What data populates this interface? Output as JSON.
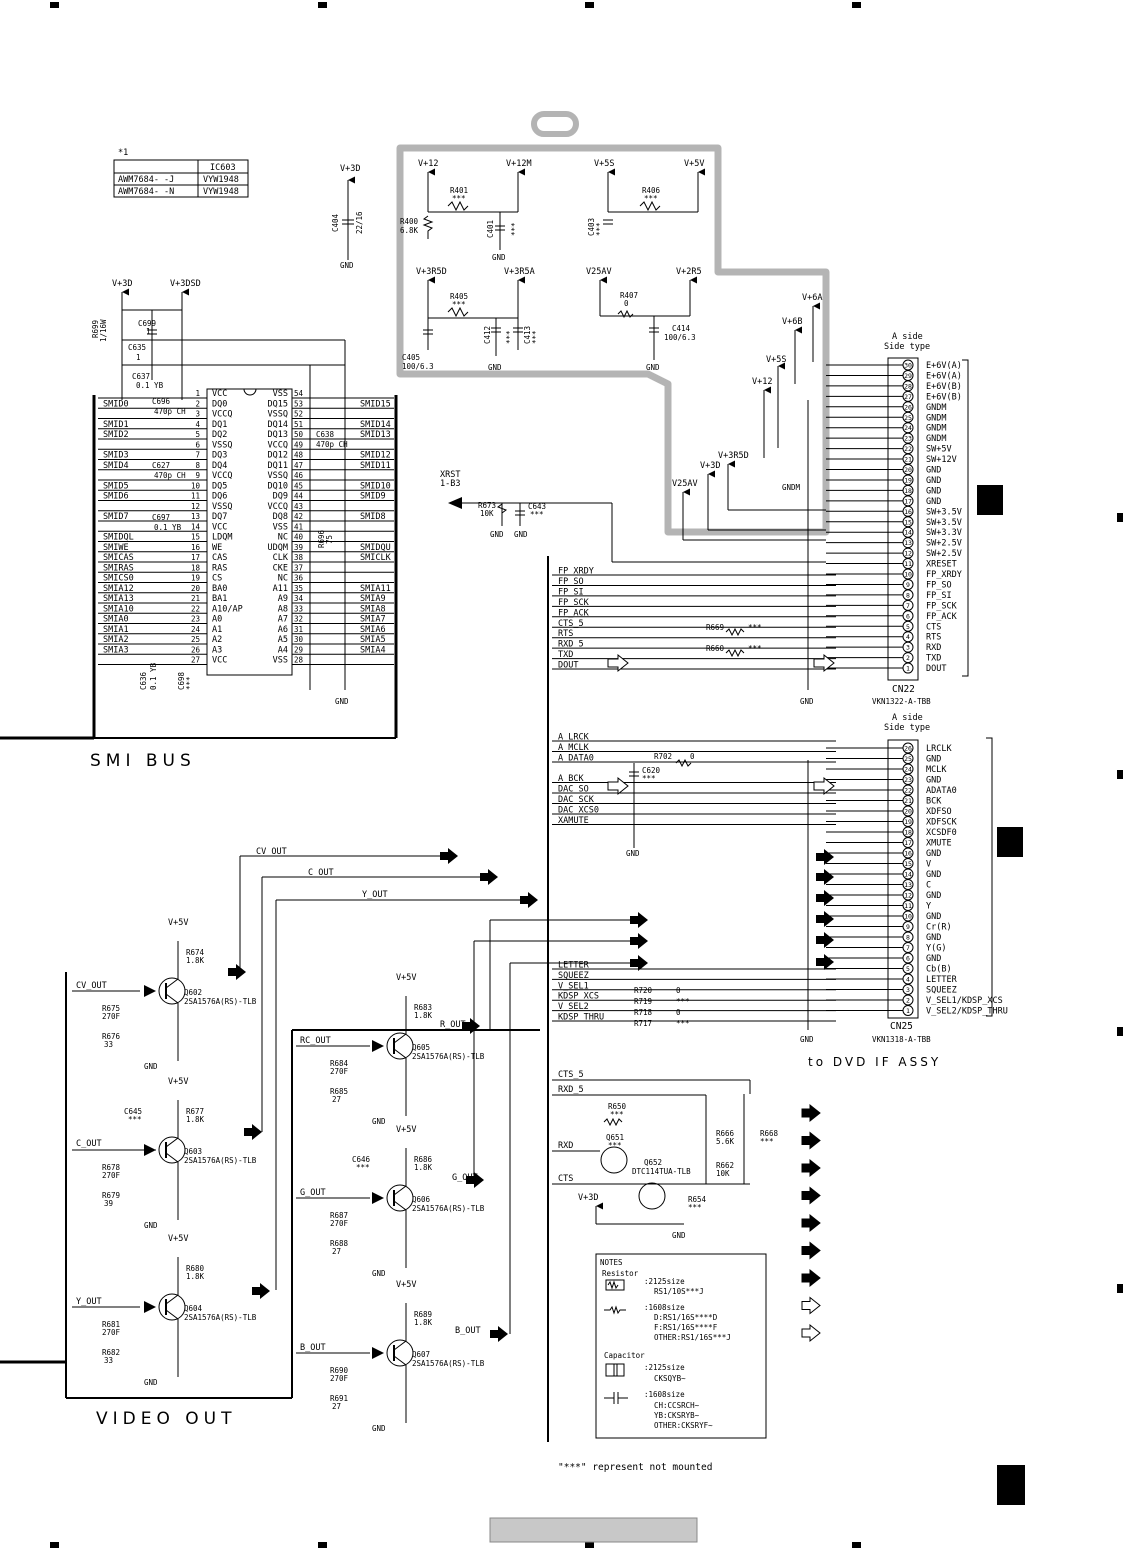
{
  "title_block_ref": "*1",
  "variant_table": {
    "header": [
      "",
      "IC603"
    ],
    "rows": [
      [
        "AWM7684- -J",
        "VYW1948"
      ],
      [
        "AWM7684- -N",
        "VYW1948"
      ]
    ]
  },
  "sections": {
    "smi_bus": "SMI BUS",
    "video_out": "VIDEO OUT",
    "dvd_if": "to DVD IF ASSY"
  },
  "footnote": "\"***\" represent not mounted",
  "power_labels": {
    "v3d": "V+3D",
    "v3dsd": "V+3DSD",
    "v12": "V+12",
    "v12m": "V+12M",
    "v5s": "V+5S",
    "v5v": "V+5V",
    "v3r5d": "V+3R5D",
    "v3r5a": "V+3R5A",
    "v25av": "V25AV",
    "v2r5": "V+2R5",
    "v6a": "V+6A",
    "v6b": "V+6B",
    "gnd": "GND",
    "gndm": "GNDM"
  },
  "power_parts": [
    {
      "ref": "C404",
      "value": "22/16"
    },
    {
      "ref": "R401",
      "value": "***"
    },
    {
      "ref": "R400",
      "value": "6.8K"
    },
    {
      "ref": "C401",
      "value": "***"
    },
    {
      "ref": "R406",
      "value": "***"
    },
    {
      "ref": "C403",
      "value": "***"
    },
    {
      "ref": "R405",
      "value": "***"
    },
    {
      "ref": "C412",
      "value": "***"
    },
    {
      "ref": "C413",
      "value": "***"
    },
    {
      "ref": "C405",
      "value": "100/6.3"
    },
    {
      "ref": "R407",
      "value": "0"
    },
    {
      "ref": "C414",
      "value": "100/6.3"
    }
  ],
  "ic603": {
    "left_pins": [
      {
        "num": "1",
        "name": "VCC",
        "net": ""
      },
      {
        "num": "2",
        "name": "DQ0",
        "net": "SMID0"
      },
      {
        "num": "3",
        "name": "VCCQ",
        "net": ""
      },
      {
        "num": "4",
        "name": "DQ1",
        "net": "SMID1"
      },
      {
        "num": "5",
        "name": "DQ2",
        "net": "SMID2"
      },
      {
        "num": "6",
        "name": "VSSQ",
        "net": ""
      },
      {
        "num": "7",
        "name": "DQ3",
        "net": "SMID3"
      },
      {
        "num": "8",
        "name": "DQ4",
        "net": "SMID4"
      },
      {
        "num": "9",
        "name": "VCCQ",
        "net": ""
      },
      {
        "num": "10",
        "name": "DQ5",
        "net": "SMID5"
      },
      {
        "num": "11",
        "name": "DQ6",
        "net": "SMID6"
      },
      {
        "num": "12",
        "name": "VSSQ",
        "net": ""
      },
      {
        "num": "13",
        "name": "DQ7",
        "net": "SMID7"
      },
      {
        "num": "14",
        "name": "VCC",
        "net": ""
      },
      {
        "num": "15",
        "name": "LDQM",
        "net": "SMIDQL"
      },
      {
        "num": "16",
        "name": "WE",
        "net": "SMIWE"
      },
      {
        "num": "17",
        "name": "CAS",
        "net": "SMICAS"
      },
      {
        "num": "18",
        "name": "RAS",
        "net": "SMIRAS"
      },
      {
        "num": "19",
        "name": "CS",
        "net": "SMICS0"
      },
      {
        "num": "20",
        "name": "BA0",
        "net": "SMIA12"
      },
      {
        "num": "21",
        "name": "BA1",
        "net": "SMIA13"
      },
      {
        "num": "22",
        "name": "A10/AP",
        "net": "SMIA10"
      },
      {
        "num": "23",
        "name": "A0",
        "net": "SMIA0"
      },
      {
        "num": "24",
        "name": "A1",
        "net": "SMIA1"
      },
      {
        "num": "25",
        "name": "A2",
        "net": "SMIA2"
      },
      {
        "num": "26",
        "name": "A3",
        "net": "SMIA3"
      },
      {
        "num": "27",
        "name": "VCC",
        "net": ""
      }
    ],
    "right_pins": [
      {
        "num": "54",
        "name": "VSS",
        "net": ""
      },
      {
        "num": "53",
        "name": "DQ15",
        "net": "SMID15"
      },
      {
        "num": "52",
        "name": "VSSQ",
        "net": ""
      },
      {
        "num": "51",
        "name": "DQ14",
        "net": "SMID14"
      },
      {
        "num": "50",
        "name": "DQ13",
        "net": "SMID13"
      },
      {
        "num": "49",
        "name": "VCCQ",
        "net": ""
      },
      {
        "num": "48",
        "name": "DQ12",
        "net": "SMID12"
      },
      {
        "num": "47",
        "name": "DQ11",
        "net": "SMID11"
      },
      {
        "num": "46",
        "name": "VSSQ",
        "net": ""
      },
      {
        "num": "45",
        "name": "DQ10",
        "net": "SMID10"
      },
      {
        "num": "44",
        "name": "DQ9",
        "net": "SMID9"
      },
      {
        "num": "43",
        "name": "VCCQ",
        "net": ""
      },
      {
        "num": "42",
        "name": "DQ8",
        "net": "SMID8"
      },
      {
        "num": "41",
        "name": "VSS",
        "net": ""
      },
      {
        "num": "40",
        "name": "NC",
        "net": ""
      },
      {
        "num": "39",
        "name": "UDQM",
        "net": "SMIDQU"
      },
      {
        "num": "38",
        "name": "CLK",
        "net": "SMICLK"
      },
      {
        "num": "37",
        "name": "CKE",
        "net": ""
      },
      {
        "num": "36",
        "name": "NC",
        "net": ""
      },
      {
        "num": "35",
        "name": "A11",
        "net": "SMIA11"
      },
      {
        "num": "34",
        "name": "A9",
        "net": "SMIA9"
      },
      {
        "num": "33",
        "name": "A8",
        "net": "SMIA8"
      },
      {
        "num": "32",
        "name": "A7",
        "net": "SMIA7"
      },
      {
        "num": "31",
        "name": "A6",
        "net": "SMIA6"
      },
      {
        "num": "30",
        "name": "A5",
        "net": "SMIA5"
      },
      {
        "num": "29",
        "name": "A4",
        "net": "SMIA4"
      },
      {
        "num": "28",
        "name": "VSS",
        "net": ""
      }
    ]
  },
  "smi_parts": [
    {
      "ref": "R699",
      "value": "1/16W"
    },
    {
      "ref": "C699",
      "value": "1"
    },
    {
      "ref": "C635",
      "value": "1"
    },
    {
      "ref": "C637",
      "value": "0.1 YB"
    },
    {
      "ref": "C696",
      "value": "470p CH"
    },
    {
      "ref": "C627",
      "value": "470p CH"
    },
    {
      "ref": "C697",
      "value": "0.1 YB"
    },
    {
      "ref": "C638",
      "value": "470p CH"
    },
    {
      "ref": "R696",
      "value": "75"
    },
    {
      "ref": "C636",
      "value": "0.1 YB"
    },
    {
      "ref": "C698",
      "value": "***"
    }
  ],
  "xrst": {
    "label": "XRST",
    "ref": "1-B3",
    "r673": "R673",
    "r673_val": "10K",
    "c643": "C643",
    "c643_val": "***"
  },
  "cn22": {
    "ref": "CN22",
    "part": "VKN1322-A-TBB",
    "side1": "A side",
    "side2": "Side type",
    "pins": [
      {
        "num": "30",
        "name": "E+6V(A)"
      },
      {
        "num": "29",
        "name": "E+6V(A)"
      },
      {
        "num": "28",
        "name": "E+6V(B)"
      },
      {
        "num": "27",
        "name": "E+6V(B)"
      },
      {
        "num": "26",
        "name": "GNDM"
      },
      {
        "num": "25",
        "name": "GNDM"
      },
      {
        "num": "24",
        "name": "GNDM"
      },
      {
        "num": "23",
        "name": "GNDM"
      },
      {
        "num": "22",
        "name": "SW+5V"
      },
      {
        "num": "21",
        "name": "SW+12V"
      },
      {
        "num": "20",
        "name": "GND"
      },
      {
        "num": "19",
        "name": "GND"
      },
      {
        "num": "18",
        "name": "GND"
      },
      {
        "num": "17",
        "name": "GND"
      },
      {
        "num": "16",
        "name": "SW+3.5V"
      },
      {
        "num": "15",
        "name": "SW+3.5V"
      },
      {
        "num": "14",
        "name": "SW+3.3V"
      },
      {
        "num": "13",
        "name": "SW+2.5V"
      },
      {
        "num": "12",
        "name": "SW+2.5V"
      },
      {
        "num": "11",
        "name": "XRESET"
      },
      {
        "num": "10",
        "name": "FP_XRDY"
      },
      {
        "num": "9",
        "name": "FP_SO"
      },
      {
        "num": "8",
        "name": "FP_SI"
      },
      {
        "num": "7",
        "name": "FP_SCK"
      },
      {
        "num": "6",
        "name": "FP_ACK"
      },
      {
        "num": "5",
        "name": "CTS"
      },
      {
        "num": "4",
        "name": "RTS"
      },
      {
        "num": "3",
        "name": "RXD"
      },
      {
        "num": "2",
        "name": "TXD"
      },
      {
        "num": "1",
        "name": "DOUT"
      }
    ],
    "nets": [
      "FP_XRDY",
      "FP_SO",
      "FP_SI",
      "FP_SCK",
      "FP_ACK",
      "CTS_5",
      "RTS",
      "RXD_5",
      "TXD",
      "DOUT"
    ],
    "r669": "R669",
    "r669_val": "***",
    "r660": "R660",
    "r660_val": "***"
  },
  "cn25": {
    "ref": "CN25",
    "part": "VKN1318-A-TBB",
    "side1": "A side",
    "side2": "Side type",
    "pins": [
      {
        "num": "26",
        "name": "LRCLK"
      },
      {
        "num": "25",
        "name": "GND"
      },
      {
        "num": "24",
        "name": "MCLK"
      },
      {
        "num": "23",
        "name": "GND"
      },
      {
        "num": "22",
        "name": "ADATA0"
      },
      {
        "num": "21",
        "name": "BCK"
      },
      {
        "num": "20",
        "name": "XDFSO"
      },
      {
        "num": "19",
        "name": "XDFSCK"
      },
      {
        "num": "18",
        "name": "XCSDF0"
      },
      {
        "num": "17",
        "name": "XMUTE"
      },
      {
        "num": "16",
        "name": "GND"
      },
      {
        "num": "15",
        "name": "V"
      },
      {
        "num": "14",
        "name": "GND"
      },
      {
        "num": "13",
        "name": "C"
      },
      {
        "num": "12",
        "name": "GND"
      },
      {
        "num": "11",
        "name": "Y"
      },
      {
        "num": "10",
        "name": "GND"
      },
      {
        "num": "9",
        "name": "Cr(R)"
      },
      {
        "num": "8",
        "name": "GND"
      },
      {
        "num": "7",
        "name": "Y(G)"
      },
      {
        "num": "6",
        "name": "GND"
      },
      {
        "num": "5",
        "name": "Cb(B)"
      },
      {
        "num": "4",
        "name": "LETTER"
      },
      {
        "num": "3",
        "name": "SQUEEZ"
      },
      {
        "num": "2",
        "name": "V_SEL1/KDSP_XCS"
      },
      {
        "num": "1",
        "name": "V_SEL2/KDSP_THRU"
      }
    ],
    "nets": [
      "A_LRCK",
      "A_MCLK",
      "A_DATA0",
      "A_BCK",
      "DAC_SO",
      "DAC_SCK",
      "DAC_XCS0",
      "XAMUTE"
    ],
    "r702": "R702",
    "r702_val": "0",
    "c620": "C620",
    "c620_val": "***",
    "sel_nets": [
      "LETTER",
      "SQUEEZ",
      "V_SEL1",
      "KDSP_XCS",
      "V_SEL2",
      "KDSP_THRU"
    ],
    "sel_res": [
      {
        "ref": "R720",
        "value": "0"
      },
      {
        "ref": "R719",
        "value": "***"
      },
      {
        "ref": "R718",
        "value": "0"
      },
      {
        "ref": "R717",
        "value": "***"
      }
    ]
  },
  "video_nets": {
    "cv_out": "CV_OUT",
    "c_out": "C_OUT",
    "y_out": "Y_OUT",
    "rc_out": "RC_OUT",
    "r_out": "R_OUT",
    "g_out": "G_OUT",
    "b_out": "B_OUT"
  },
  "video_stages": [
    {
      "q": "Q602",
      "part": "2SA1576A(RS)-TLB",
      "rtop": "R674",
      "rtop_val": "1.8K",
      "r1": "R675",
      "r1_val": "270F",
      "r2": "R676",
      "r2_val": "33"
    },
    {
      "q": "Q603",
      "part": "2SA1576A(RS)-TLB",
      "rtop": "R677",
      "rtop_val": "1.8K",
      "r1": "R678",
      "r1_val": "270F",
      "r2": "R679",
      "r2_val": "39",
      "cap": "C645",
      "cap_val": "***"
    },
    {
      "q": "Q604",
      "part": "2SA1576A(RS)-TLB",
      "rtop": "R680",
      "rtop_val": "1.8K",
      "r1": "R681",
      "r1_val": "270F",
      "r2": "R682",
      "r2_val": "33"
    },
    {
      "q": "Q605",
      "part": "2SA1576A(RS)-TLB",
      "rtop": "R683",
      "rtop_val": "1.8K",
      "r1": "R684",
      "r1_val": "270F",
      "r2": "R685",
      "r2_val": "27"
    },
    {
      "q": "Q606",
      "part": "2SA1576A(RS)-TLB",
      "rtop": "R686",
      "rtop_val": "1.8K",
      "r1": "R687",
      "r1_val": "270F",
      "r2": "R688",
      "r2_val": "27",
      "cap": "C646",
      "cap_val": "***"
    },
    {
      "q": "Q607",
      "part": "2SA1576A(RS)-TLB",
      "rtop": "R689",
      "rtop_val": "1.8K",
      "r1": "R690",
      "r1_val": "270F",
      "r2": "R691",
      "r2_val": "27"
    }
  ],
  "uart": {
    "nets": [
      "CTS_5",
      "RXD_5",
      "RXD",
      "CTS"
    ],
    "r650": "R650",
    "r650_val": "***",
    "q651": "Q651",
    "q651_val": "***",
    "q652": "Q652",
    "q652_part": "DTC114TUA-TLB",
    "r666": "R666",
    "r666_val": "5.6K",
    "r662": "R662",
    "r662_val": "10K",
    "r668": "R668",
    "r668_val": "***",
    "r654": "R654",
    "r654_val": "***"
  },
  "notes": {
    "title": "NOTES",
    "resistor": "Resistor",
    "r1": ":2125size",
    "r1b": "RS1/10S***J",
    "r2": ":1608size",
    "r2b": "D:RS1/16S****D",
    "r2c": "F:RS1/16S****F",
    "r2d": "OTHER:RS1/16S***J",
    "capacitor": "Capacitor",
    "c1": ":2125size",
    "c1b": "CKSQYB~",
    "c2": ":1608size",
    "c2b": "CH:CCSRCH~",
    "c2c": "YB:CKSRYB~",
    "c2d": "OTHER:CKSRYF~"
  }
}
